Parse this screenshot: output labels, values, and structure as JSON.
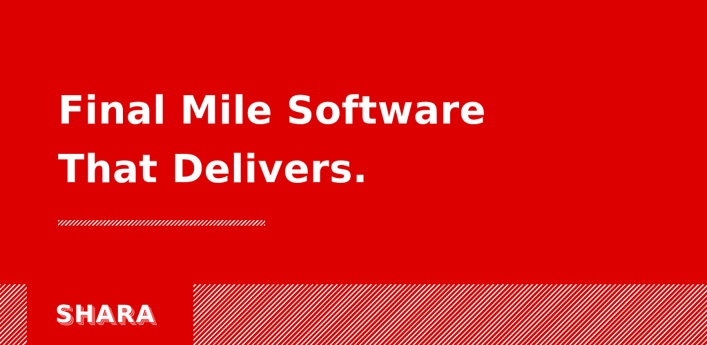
{
  "headline": {
    "line1": "Final Mile Software",
    "line2": "That Delivers."
  },
  "brand": {
    "name": "SHARA"
  },
  "colors": {
    "background": "#dc0000",
    "text": "#ffffff"
  }
}
